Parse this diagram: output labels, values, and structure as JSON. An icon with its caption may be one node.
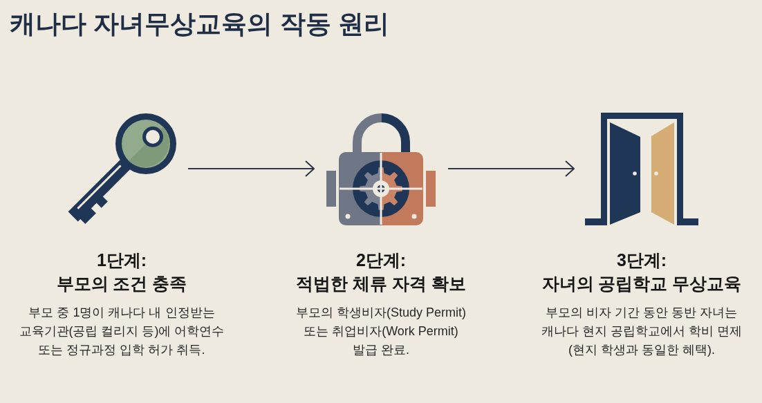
{
  "diagram": {
    "title": "캐나다 자녀무상교육의 작동 원리",
    "nodes": [
      {
        "text": [],
        "shape": "picture",
        "beside": [
          "1단계:",
          "부모의 조건 충족",
          "부모 중 1명이 캐나다 내 인정받는 교육기관(공립 컬리지 등)에 어학연수 또는 정규과정 입학 허가 취득."
        ]
      },
      {
        "text": [],
        "shape": "picture",
        "beside": [
          "2단계:",
          "적법한 체류 자격 확보",
          "부모의 학생비자(Study Permit) 또는 취업비자(Work Permit) 발급 완료."
        ]
      },
      {
        "text": [],
        "shape": "picture",
        "beside": [
          "3단계:",
          "자녀의 공립학교 무상교육",
          "부모의 비자 기간 동안 동반 자녀는 캐나다 현지 공립학교에서 학비 면제 (현지 학생과 동일한 혜택)."
        ]
      }
    ],
    "edges": [
      {
        "from": 0,
        "to": 1,
        "arrow": "to"
      },
      {
        "from": 1,
        "to": 2,
        "arrow": "to"
      }
    ]
  }
}
